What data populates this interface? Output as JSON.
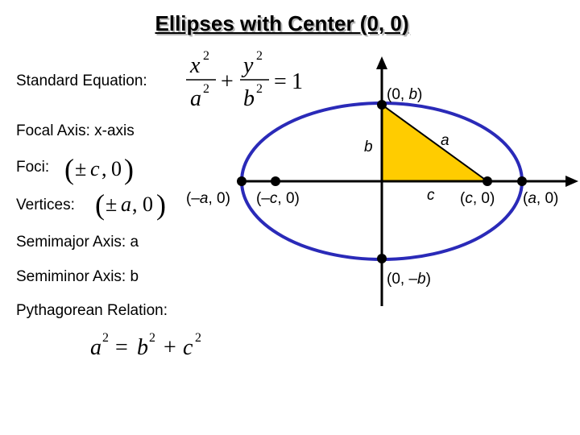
{
  "title": "Ellipses with Center (0, 0)",
  "left_panel": {
    "standard_equation_label": "Standard Equation:",
    "standard_equation": {
      "t1_num": "x",
      "t1_exp": "2",
      "t1_den": "a",
      "t1_den_exp": "2",
      "plus": "+",
      "t2_num": "y",
      "t2_exp": "2",
      "t2_den": "b",
      "t2_den_exp": "2",
      "equals": "=",
      "rhs": "1"
    },
    "focal_axis_label": "Focal Axis: x-axis",
    "foci_label": "Foci:",
    "foci_formula": {
      "open": "(",
      "pm": "±",
      "var": "c",
      "sep": ",",
      "zero": "0",
      "close": ")"
    },
    "vertices_label": "Vertices:",
    "vertices_formula": {
      "open": "(",
      "pm": "±",
      "var": "a",
      "sep": ",",
      "zero": "0",
      "close": ")"
    },
    "semimajor_label": "Semimajor Axis: a",
    "semiminor_label": "Semiminor Axis: b",
    "pythagorean_label": "Pythagorean Relation:",
    "pythagorean_formula": {
      "a": "a",
      "a_exp": "2",
      "eq": "=",
      "b": "b",
      "b_exp": "2",
      "plus": "+",
      "c": "c",
      "c_exp": "2"
    }
  },
  "diagram": {
    "point_labels": {
      "top": "(0, b)",
      "bottom": "(0, –b)",
      "left_vertex": "(–a, 0)",
      "left_focus": "(–c, 0)",
      "right_focus": "(c, 0)",
      "right_vertex": "(a, 0)"
    },
    "triangle_labels": {
      "leg_vertical": "b",
      "hypotenuse": "a",
      "leg_horizontal": "c"
    },
    "colors": {
      "ellipse": "#2a2ab8",
      "triangle_fill": "#ffcc00",
      "axes": "#000000",
      "points": "#000000"
    }
  }
}
